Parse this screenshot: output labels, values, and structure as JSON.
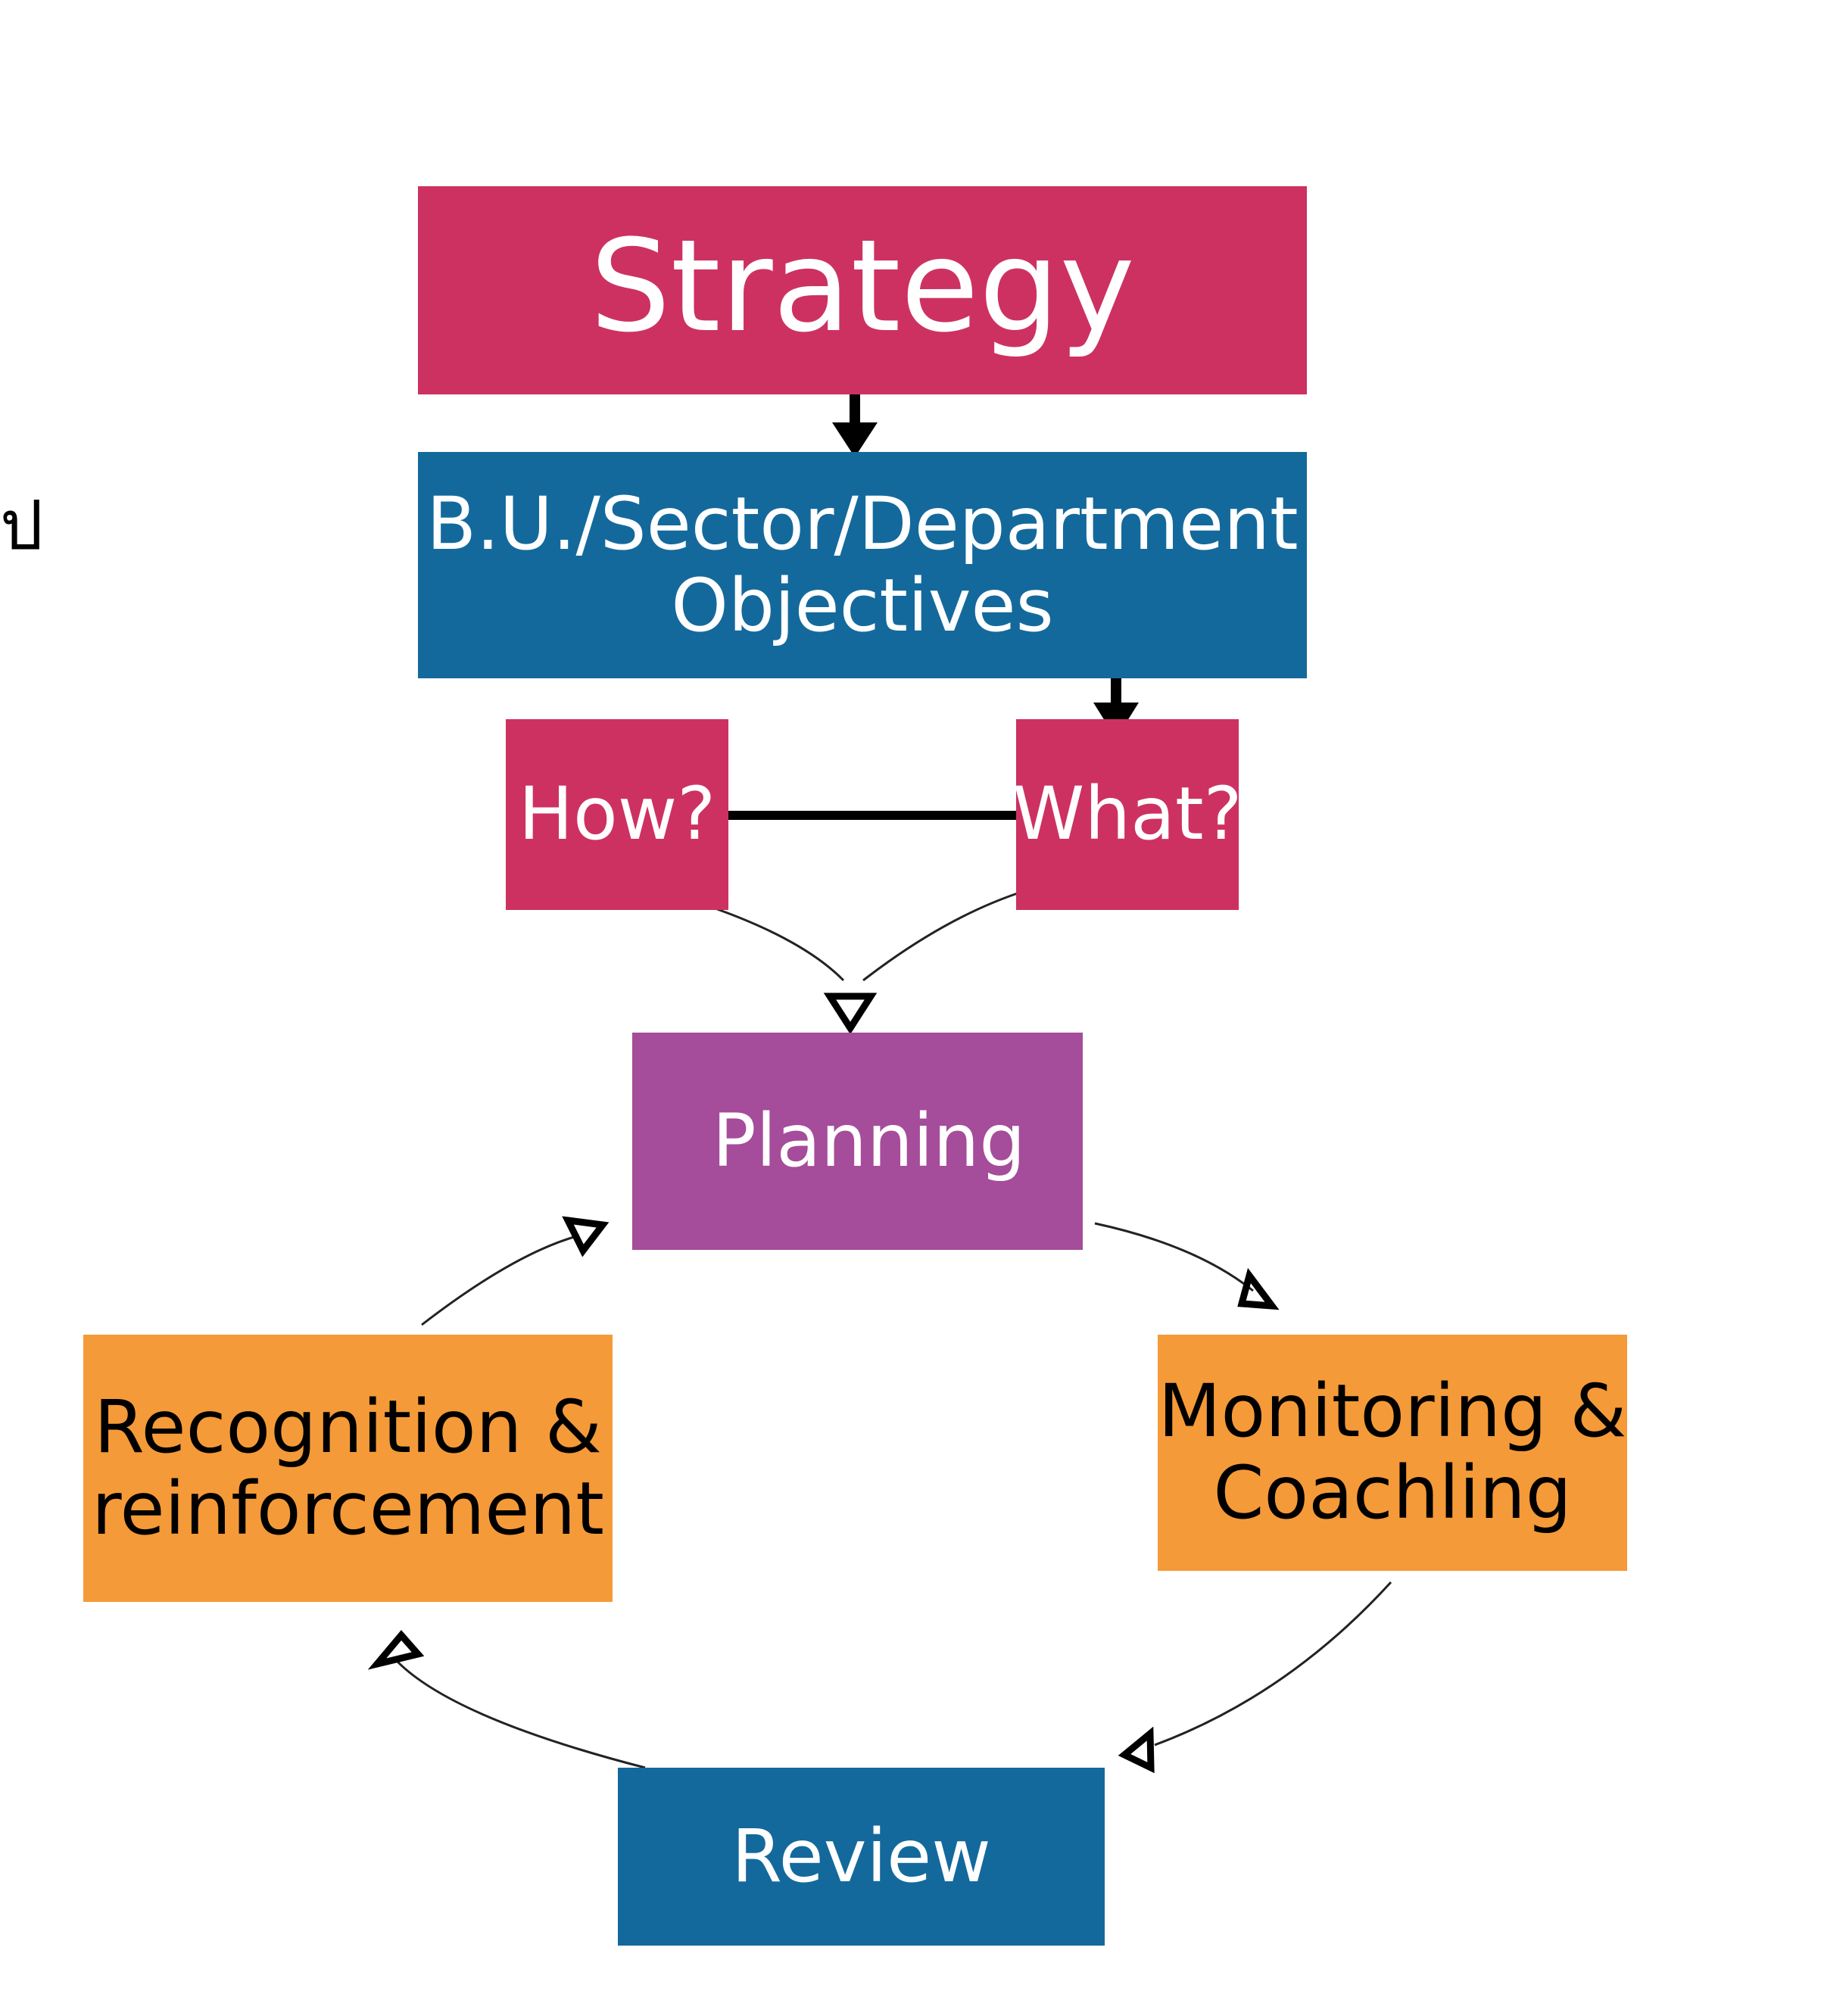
{
  "colors": {
    "magenta": "#cd3162",
    "blue": "#14699c",
    "purple": "#a54c9a",
    "orange": "#f59a38",
    "white_text": "#ffffff",
    "dark_text": "#000000",
    "arrow": "#000000"
  },
  "edge_mark": "ป",
  "nodes": {
    "strategy": {
      "lines": [
        "Strategy"
      ]
    },
    "objectives": {
      "lines": [
        "B.U./Sector/Department",
        "Objectives"
      ]
    },
    "how": {
      "lines": [
        "How?"
      ]
    },
    "what": {
      "lines": [
        "What?"
      ]
    },
    "planning": {
      "lines": [
        "Planning"
      ]
    },
    "monitoring": {
      "lines": [
        "Monitoring &",
        "Coachling"
      ]
    },
    "review": {
      "lines": [
        "Review"
      ]
    },
    "recognition": {
      "lines": [
        "Recognition &",
        "reinforcement"
      ]
    }
  },
  "edges": [
    {
      "from": "strategy",
      "to": "objectives"
    },
    {
      "from": "objectives",
      "to": "what"
    },
    {
      "from": "how",
      "to": "what",
      "type": "line"
    },
    {
      "from": "how",
      "to": "planning"
    },
    {
      "from": "what",
      "to": "planning"
    },
    {
      "from": "planning",
      "to": "monitoring"
    },
    {
      "from": "monitoring",
      "to": "review"
    },
    {
      "from": "review",
      "to": "recognition"
    },
    {
      "from": "recognition",
      "to": "planning"
    }
  ]
}
